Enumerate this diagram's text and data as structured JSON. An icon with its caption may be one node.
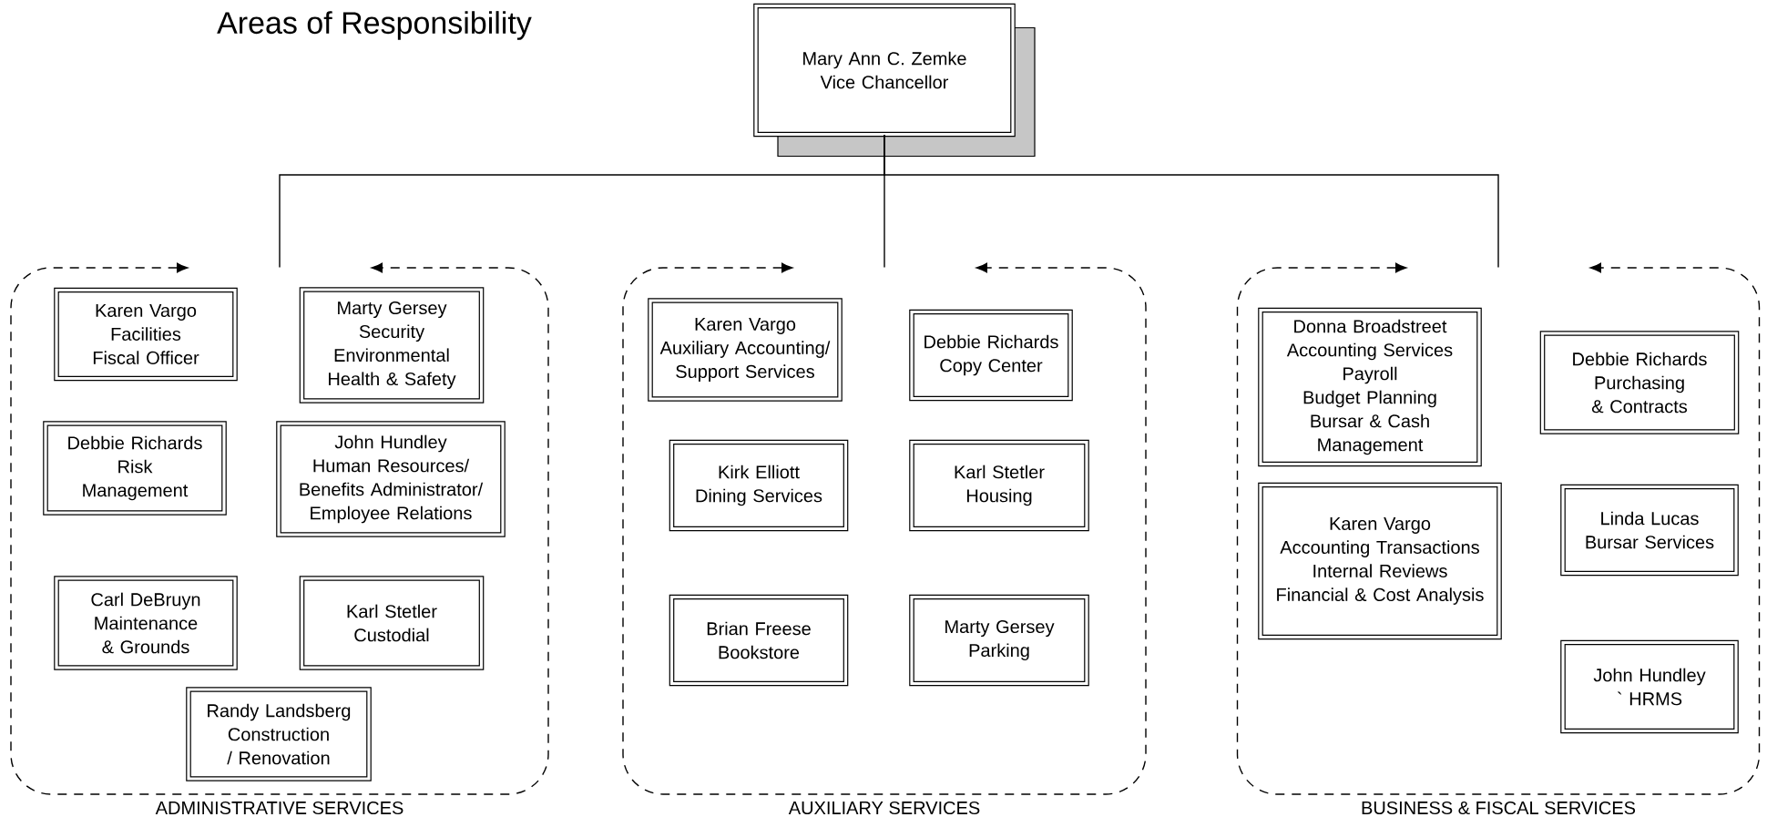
{
  "diagram": {
    "title": "Areas of Responsibility",
    "nodes": [
      {
        "text": [
          "Mary Ann C. Zemke",
          "Vice Chancellor"
        ]
      },
      {
        "text": [
          "ADMINISTRATIVE SERVICES"
        ]
      },
      {
        "text": [
          "Karen Vargo",
          "Facilities Fiscal Officer"
        ],
        "in": 1
      },
      {
        "text": [
          "Marty Gersey",
          "Security",
          "Environmental Health & Safety"
        ],
        "in": 1
      },
      {
        "text": [
          "Debbie Richards",
          "Risk Management"
        ],
        "in": 1
      },
      {
        "text": [
          "John Hundley",
          "Human Resources/ Benefits Administrator/ Employee Relations"
        ],
        "in": 1
      },
      {
        "text": [
          "Carl DeBruyn",
          "Maintenance & Grounds"
        ],
        "in": 1
      },
      {
        "text": [
          "Karl Stetler",
          "Custodial"
        ],
        "in": 1
      },
      {
        "text": [
          "Randy Landsberg",
          "Construction / Renovation"
        ],
        "in": 1
      },
      {
        "text": [
          "AUXILIARY SERVICES"
        ]
      },
      {
        "text": [
          "Karen Vargo",
          "Auxiliary Accounting/ Support Services"
        ],
        "in": 9
      },
      {
        "text": [
          "Debbie Richards",
          "Copy Center"
        ],
        "in": 9
      },
      {
        "text": [
          "Kirk Elliott",
          "Dining Services"
        ],
        "in": 9
      },
      {
        "text": [
          "Karl Stetler",
          "Housing"
        ],
        "in": 9
      },
      {
        "text": [
          "Brian Freese",
          "Bookstore"
        ],
        "in": 9
      },
      {
        "text": [
          "Marty Gersey",
          "Parking"
        ],
        "in": 9
      },
      {
        "text": [
          "BUSINESS & FISCAL SERVICES"
        ]
      },
      {
        "text": [
          "Donna Broadstreet",
          "Accounting Services",
          "Payroll",
          "Budget Planning",
          "Bursar & Cash Management"
        ],
        "in": 16
      },
      {
        "text": [
          "Debbie Richards",
          "Purchasing & Contracts"
        ],
        "in": 16
      },
      {
        "text": [
          "Karen Vargo",
          "Accounting Transactions",
          "Internal Reviews",
          "Financial & Cost Analysis"
        ],
        "in": 16
      },
      {
        "text": [
          "Linda Lucas",
          "Bursar Services"
        ],
        "in": 16
      },
      {
        "text": [
          "John Hundley",
          "` HRMS"
        ],
        "in": 16
      }
    ],
    "edges": [
      {
        "from": 0,
        "to": 1,
        "arrow": "none"
      },
      {
        "from": 0,
        "to": 9,
        "arrow": "none"
      },
      {
        "from": 0,
        "to": 16,
        "arrow": "none"
      }
    ]
  }
}
